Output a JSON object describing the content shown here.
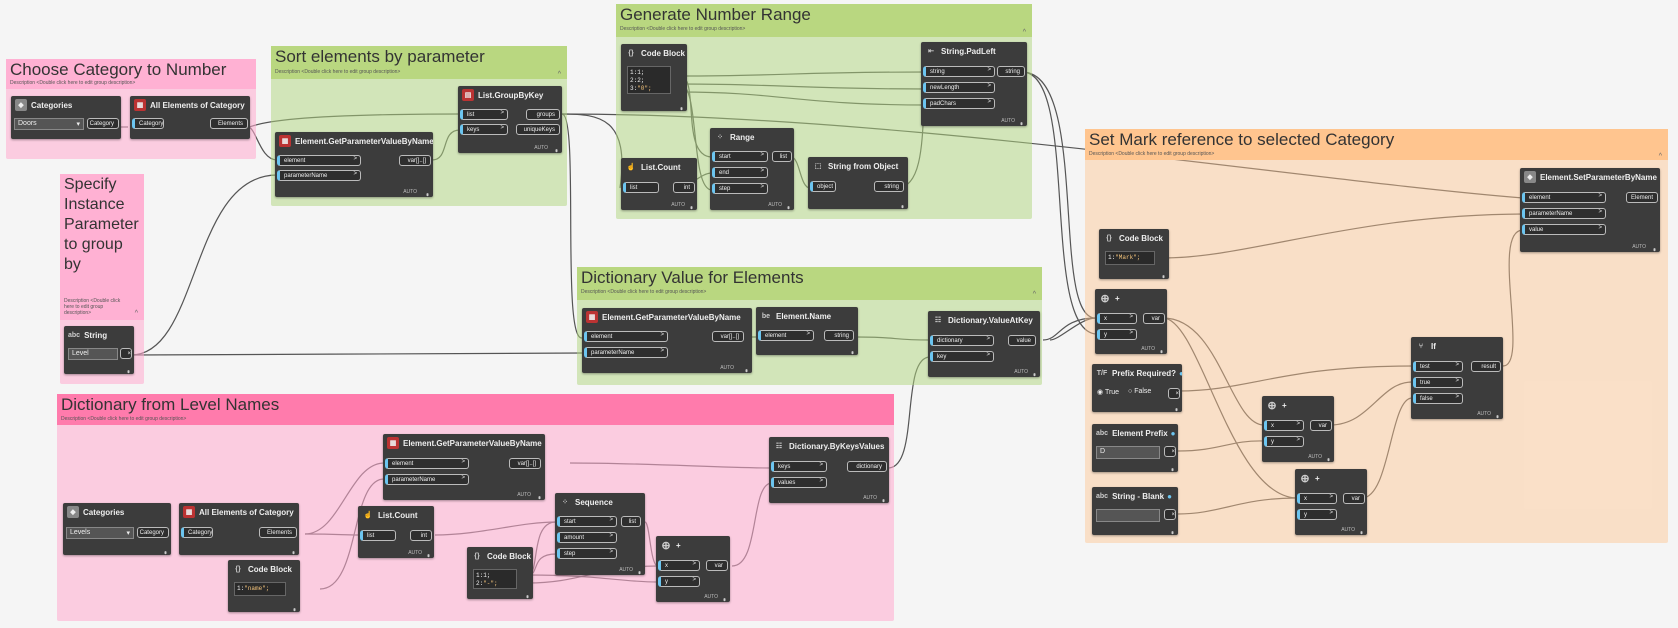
{
  "groups": {
    "category": {
      "title": "Choose Category to Number",
      "desc": "Description <Double click here to edit group description>"
    },
    "sort": {
      "title": "Sort elements by parameter",
      "desc": "Description <Double click here to edit group description>"
    },
    "instance": {
      "title": "Specify Instance Parameter to group by",
      "desc": "Description <Double click here to edit group description>"
    },
    "range": {
      "title": "Generate Number Range",
      "desc": "Description <Double click here to edit group description>"
    },
    "mark": {
      "title": "Set Mark reference to selected Category",
      "desc": "Description <Double click here to edit group description>"
    },
    "dictval": {
      "title": "Dictionary Value for Elements",
      "desc": "Description <Double click here to edit group description>"
    },
    "dictlevel": {
      "title": "Dictionary from Level Names",
      "desc": "Description <Double click here to edit group description>"
    }
  },
  "nodes": {
    "categories1": {
      "title": "Categories",
      "value": "Doors",
      "out": "Category"
    },
    "allelems1": {
      "title": "All Elements of Category",
      "in": "Category",
      "out": "Elements"
    },
    "getparam1": {
      "title": "Element.GetParameterValueByName",
      "in1": "element",
      "in2": "parameterName",
      "out": "var[]..[]"
    },
    "groupbykey": {
      "title": "List.GroupByKey",
      "in1": "list",
      "in2": "keys",
      "out1": "groups",
      "out2": "uniqueKeys"
    },
    "string1": {
      "title": "String",
      "value": "Level"
    },
    "codeblock1": {
      "title": "Code Block",
      "line1": "1;",
      "line2": "2;",
      "line3": "\"0\";"
    },
    "listcount1": {
      "title": "List.Count",
      "in": "list",
      "out": "int"
    },
    "range": {
      "title": "Range",
      "in1": "start",
      "in2": "end",
      "in3": "step",
      "out": "list"
    },
    "strfromobj": {
      "title": "String from Object",
      "in": "object",
      "out": "string"
    },
    "padleft": {
      "title": "String.PadLeft",
      "in1": "string",
      "in2": "newLength",
      "in3": "padChars",
      "out": "string"
    },
    "setparam": {
      "title": "Element.SetParameterByName",
      "in1": "element",
      "in2": "parameterName",
      "in3": "value",
      "out": "Element"
    },
    "codeblock2": {
      "title": "Code Block",
      "line1": "\"Mark\";"
    },
    "plus1": {
      "title": "+",
      "in1": "x",
      "in2": "y",
      "out": "var"
    },
    "prefixreq": {
      "title": "Prefix Required?",
      "opt1": "True",
      "opt2": "False"
    },
    "elemprefix": {
      "title": "Element Prefix",
      "value": "D"
    },
    "strblank": {
      "title": "String - Blank",
      "value": ""
    },
    "plus2": {
      "title": "+",
      "in1": "x",
      "in2": "y",
      "out": "var"
    },
    "plus3": {
      "title": "+",
      "in1": "x",
      "in2": "y",
      "out": "var"
    },
    "if": {
      "title": "If",
      "in1": "test",
      "in2": "true",
      "in3": "false",
      "out": "result"
    },
    "getparam2": {
      "title": "Element.GetParameterValueByName",
      "in1": "element",
      "in2": "parameterName",
      "out": "var[]..[]"
    },
    "elemname": {
      "title": "Element.Name",
      "in": "element",
      "out": "string"
    },
    "valueatkey": {
      "title": "Dictionary.ValueAtKey",
      "in1": "dictionary",
      "in2": "key",
      "out": "value"
    },
    "categories2": {
      "title": "Categories",
      "value": "Levels",
      "out": "Category"
    },
    "allelems2": {
      "title": "All Elements of Category",
      "in": "Category",
      "out": "Elements"
    },
    "getparam3": {
      "title": "Element.GetParameterValueByName",
      "in1": "element",
      "in2": "parameterName",
      "out": "var[]..[]"
    },
    "listcount2": {
      "title": "List.Count",
      "in": "list",
      "out": "int"
    },
    "codeblock3": {
      "title": "Code Block",
      "line1": "\"name\";"
    },
    "codeblock4": {
      "title": "Code Block",
      "line1": "1;",
      "line2": "\"-\";"
    },
    "sequence": {
      "title": "Sequence",
      "in1": "start",
      "in2": "amount",
      "in3": "step",
      "out": "list"
    },
    "plus4": {
      "title": "+",
      "in1": "x",
      "in2": "y",
      "out": "var"
    },
    "bykeys": {
      "title": "Dictionary.ByKeysValues",
      "in1": "keys",
      "in2": "values",
      "out": "dictionary"
    }
  },
  "labels": {
    "auto": "AUTO"
  }
}
